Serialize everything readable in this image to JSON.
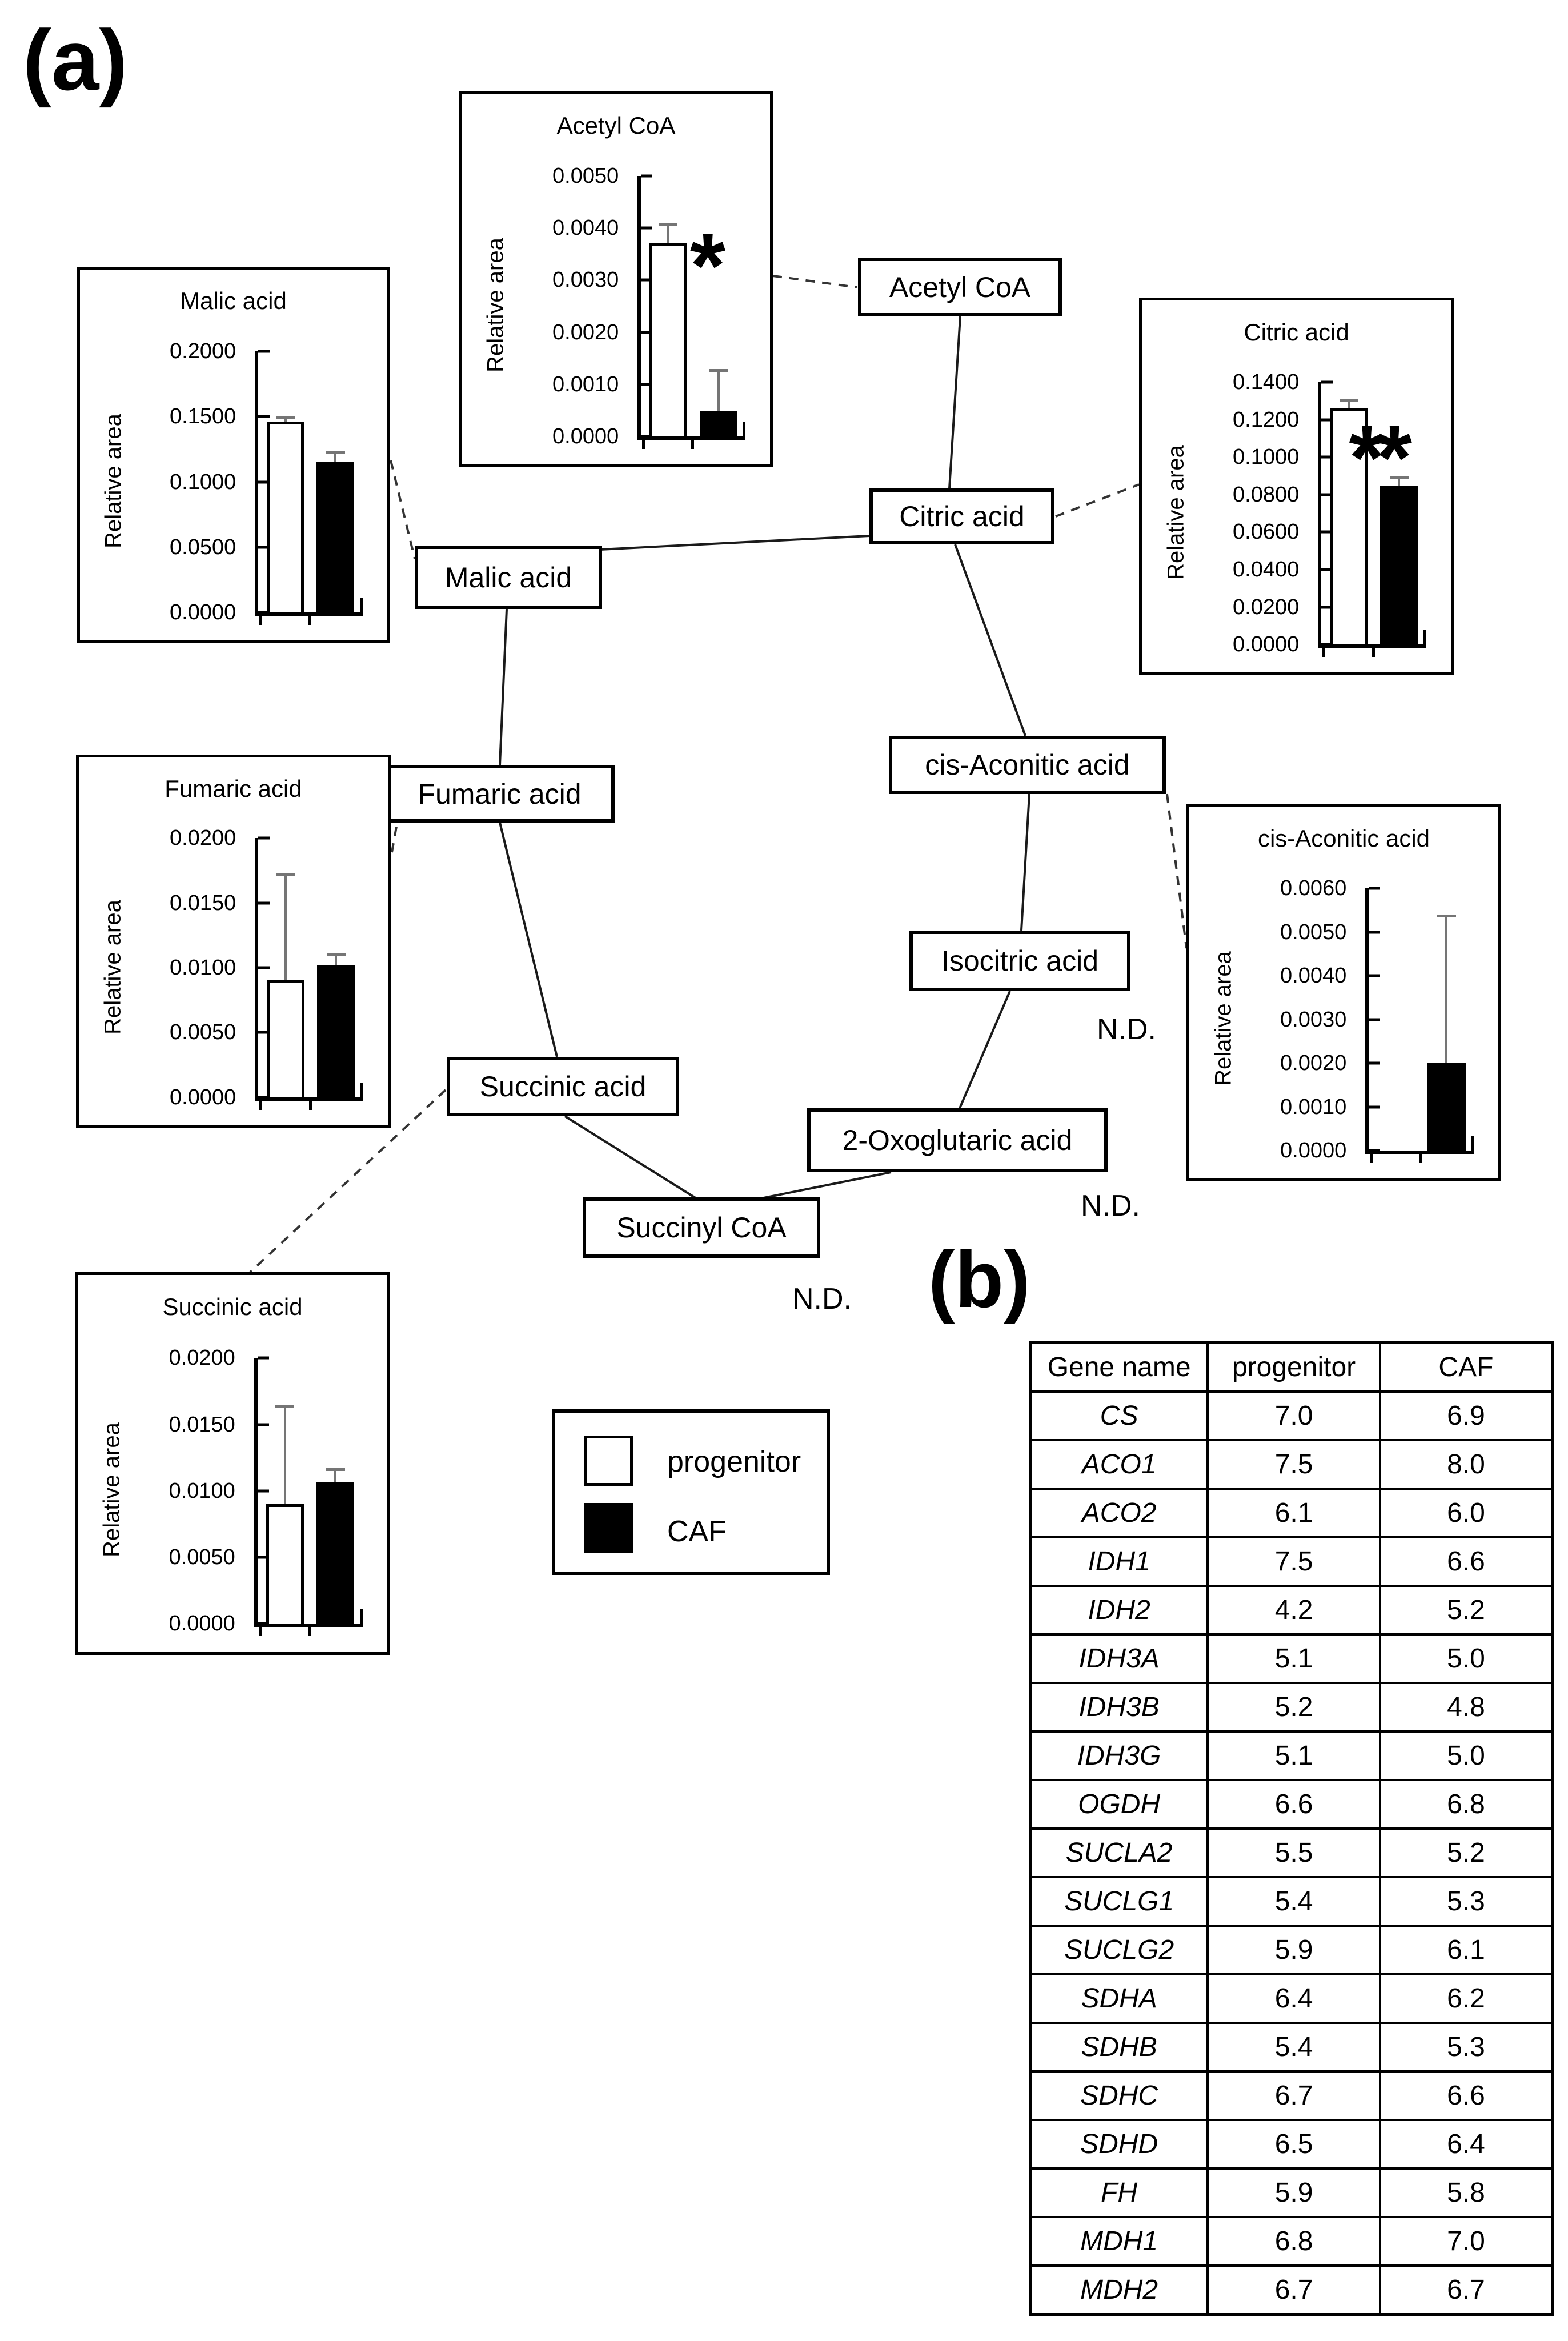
{
  "panel_a": {
    "label": "(a)",
    "nodes": [
      {
        "id": "acetyl",
        "label": "Acetyl CoA"
      },
      {
        "id": "citric",
        "label": "Citric acid"
      },
      {
        "id": "cis_aconitic",
        "label": "cis-Aconitic acid"
      },
      {
        "id": "isocitric",
        "label": "Isocitric acid"
      },
      {
        "id": "oxoglutaric",
        "label": "2-Oxoglutaric acid"
      },
      {
        "id": "succinyl",
        "label": "Succinyl CoA"
      },
      {
        "id": "succinic",
        "label": "Succinic acid"
      },
      {
        "id": "fumaric",
        "label": "Fumaric acid"
      },
      {
        "id": "malic",
        "label": "Malic acid"
      }
    ],
    "nd_isocitric": "N.D.",
    "nd_oxoglutaric": "N.D.",
    "nd_succinyl": "N.D.",
    "legend": {
      "progenitor_label": "progenitor",
      "caf_label": "CAF",
      "progenitor_fill": "#ffffff",
      "caf_fill": "#000000"
    }
  },
  "panel_b": {
    "label": "(b)",
    "table": {
      "headers": [
        "Gene name",
        "progenitor",
        "CAF"
      ],
      "rows": [
        [
          "CS",
          "7.0",
          "6.9"
        ],
        [
          "ACO1",
          "7.5",
          "8.0"
        ],
        [
          "ACO2",
          "6.1",
          "6.0"
        ],
        [
          "IDH1",
          "7.5",
          "6.6"
        ],
        [
          "IDH2",
          "4.2",
          "5.2"
        ],
        [
          "IDH3A",
          "5.1",
          "5.0"
        ],
        [
          "IDH3B",
          "5.2",
          "4.8"
        ],
        [
          "IDH3G",
          "5.1",
          "5.0"
        ],
        [
          "OGDH",
          "6.6",
          "6.8"
        ],
        [
          "SUCLA2",
          "5.5",
          "5.2"
        ],
        [
          "SUCLG1",
          "5.4",
          "5.3"
        ],
        [
          "SUCLG2",
          "5.9",
          "6.1"
        ],
        [
          "SDHA",
          "6.4",
          "6.2"
        ],
        [
          "SDHB",
          "5.4",
          "5.3"
        ],
        [
          "SDHC",
          "6.7",
          "6.6"
        ],
        [
          "SDHD",
          "6.5",
          "6.4"
        ],
        [
          "FH",
          "5.9",
          "5.8"
        ],
        [
          "MDH1",
          "6.8",
          "7.0"
        ],
        [
          "MDH2",
          "6.7",
          "6.7"
        ]
      ]
    }
  },
  "chart_data": [
    {
      "id": "acetyl",
      "type": "bar",
      "title": "Acetyl CoA",
      "ylabel": "Relative area",
      "ylim": [
        0,
        0.005
      ],
      "ytick_labels": [
        "0.0050",
        "0.0040",
        "0.0030",
        "0.0020",
        "0.0010",
        "0.0000"
      ],
      "categories": [
        "progenitor",
        "CAF"
      ],
      "series": [
        {
          "name": "progenitor",
          "value": 0.0037,
          "error": 0.0004
        },
        {
          "name": "CAF",
          "value": 0.0005,
          "error": 0.0008
        }
      ],
      "significance": "*",
      "grid": false,
      "legend_position": "none"
    },
    {
      "id": "malic",
      "type": "bar",
      "title": "Malic acid",
      "ylabel": "Relative area",
      "ylim": [
        0,
        0.2
      ],
      "ytick_labels": [
        "0.2000",
        "0.1500",
        "0.1000",
        "0.0500",
        "0.0000"
      ],
      "categories": [
        "progenitor",
        "CAF"
      ],
      "series": [
        {
          "name": "progenitor",
          "value": 0.146,
          "error": 0.004
        },
        {
          "name": "CAF",
          "value": 0.115,
          "error": 0.009
        }
      ],
      "significance": null,
      "grid": false,
      "legend_position": "none"
    },
    {
      "id": "citric",
      "type": "bar",
      "title": "Citric acid",
      "ylabel": "Relative area",
      "ylim": [
        0,
        0.14
      ],
      "ytick_labels": [
        "0.1400",
        "0.1200",
        "0.1000",
        "0.0800",
        "0.0600",
        "0.0400",
        "0.0200",
        "0.0000"
      ],
      "categories": [
        "progenitor",
        "CAF"
      ],
      "series": [
        {
          "name": "progenitor",
          "value": 0.126,
          "error": 0.005
        },
        {
          "name": "CAF",
          "value": 0.085,
          "error": 0.005
        }
      ],
      "significance": "**",
      "grid": false,
      "legend_position": "none"
    },
    {
      "id": "fumaric",
      "type": "bar",
      "title": "Fumaric acid",
      "ylabel": "Relative area",
      "ylim": [
        0,
        0.02
      ],
      "ytick_labels": [
        "0.0200",
        "0.0150",
        "0.0100",
        "0.0050",
        "0.0000"
      ],
      "categories": [
        "progenitor",
        "CAF"
      ],
      "series": [
        {
          "name": "progenitor",
          "value": 0.0091,
          "error": 0.0082
        },
        {
          "name": "CAF",
          "value": 0.0102,
          "error": 0.0009
        }
      ],
      "significance": null,
      "grid": false,
      "legend_position": "none"
    },
    {
      "id": "cis_aconitic",
      "type": "bar",
      "title": "cis-Aconitic acid",
      "ylabel": "Relative area",
      "ylim": [
        0,
        0.006
      ],
      "ytick_labels": [
        "0.0060",
        "0.0050",
        "0.0040",
        "0.0030",
        "0.0020",
        "0.0010",
        "0.0000"
      ],
      "categories": [
        "progenitor",
        "CAF"
      ],
      "series": [
        {
          "name": "progenitor",
          "value": 0,
          "error": 0
        },
        {
          "name": "CAF",
          "value": 0.002,
          "error": 0.0034
        }
      ],
      "significance": null,
      "grid": false,
      "legend_position": "none"
    },
    {
      "id": "succinic",
      "type": "bar",
      "title": "Succinic acid",
      "ylabel": "Relative area",
      "ylim": [
        0,
        0.02
      ],
      "ytick_labels": [
        "0.0200",
        "0.0150",
        "0.0100",
        "0.0050",
        "0.0000"
      ],
      "categories": [
        "progenitor",
        "CAF"
      ],
      "series": [
        {
          "name": "progenitor",
          "value": 0.009,
          "error": 0.0075
        },
        {
          "name": "CAF",
          "value": 0.0107,
          "error": 0.001
        }
      ],
      "significance": null,
      "grid": false,
      "legend_position": "none"
    }
  ]
}
